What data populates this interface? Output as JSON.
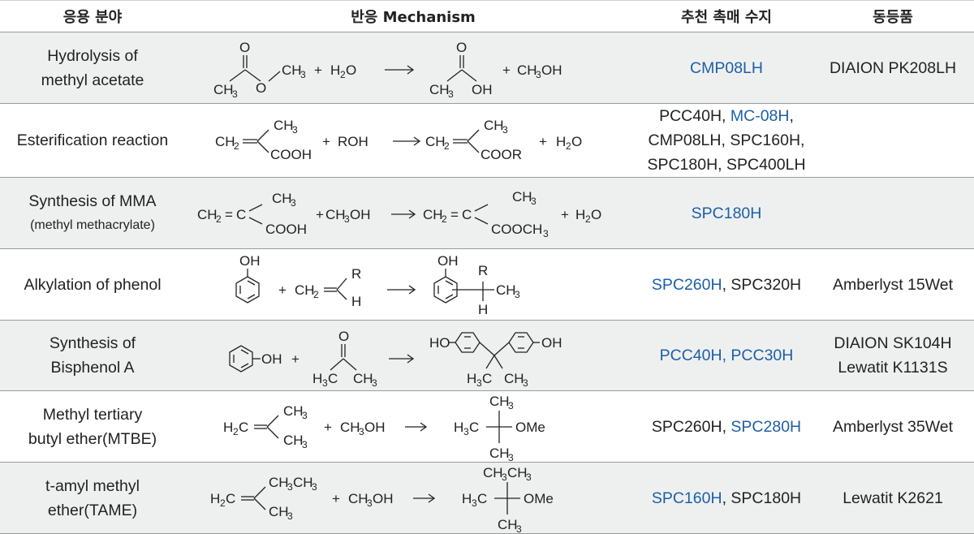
{
  "headers": {
    "field": "응용 분야",
    "mechanism": "반응 Mechanism",
    "resin": "추천 촉매 수지",
    "equivalent": "동등품"
  },
  "colors": {
    "highlight": "#1d5fa8",
    "alt_row_bg": "#eef0f0"
  },
  "rows": [
    {
      "field_lines": [
        "Hydrolysis of",
        "methyl acetate"
      ],
      "mechanism": {
        "r1": {
          "o": "O",
          "ch3_top": "CH",
          "ch3_bot": "CH",
          "three": "3",
          "o_ether": "O"
        },
        "plus1": "+",
        "h2o_h": "H",
        "h2o_2": "2",
        "h2o_o": "O",
        "p1": {
          "o": "O",
          "ch3": "CH",
          "three": "3",
          "oh": "OH"
        },
        "plus2": "+",
        "ch3oh_ch": "CH",
        "ch3oh_3": "3",
        "ch3oh_oh": "OH"
      },
      "resin": [
        [
          {
            "t": "CMP08LH",
            "blue": true
          }
        ]
      ],
      "equivalent": [
        "DIAION PK208LH"
      ]
    },
    {
      "field_lines": [
        "Esterification reaction"
      ],
      "mechanism": {
        "ch2": "CH",
        "two": "2",
        "ch3": "CH",
        "three": "3",
        "cooh": "COOH",
        "plus1": "+",
        "roh": "ROH",
        "coor": "COOR",
        "plus2": "+",
        "h": "H",
        "o": "O"
      },
      "resin": [
        [
          {
            "t": "PCC40H, ",
            "blue": false
          },
          {
            "t": "MC-08H",
            "blue": true
          },
          {
            "t": ",",
            "blue": false
          }
        ],
        [
          {
            "t": "CMP08LH, SPC160H,",
            "blue": false
          }
        ],
        [
          {
            "t": "SPC180H, SPC400LH",
            "blue": false
          }
        ]
      ],
      "equivalent": []
    },
    {
      "field_lines": [
        "Synthesis of MMA",
        "(methyl methacrylate)"
      ],
      "mechanism": {
        "ch2": "CH",
        "two": "2",
        "eq": "=",
        "c": "C",
        "ch3": "CH",
        "three": "3",
        "cooh": "COOH",
        "plus1": "+",
        "ch3oh_ch": "CH",
        "ch3oh_3": "3",
        "ch3oh_oh": "OH",
        "cooch": "COOCH",
        "plus2": "+",
        "h": "H",
        "o": "O"
      },
      "resin": [
        [
          {
            "t": "SPC180H",
            "blue": true
          }
        ]
      ],
      "equivalent": []
    },
    {
      "field_lines": [
        "Alkylation of phenol"
      ],
      "mechanism": {
        "oh": "OH",
        "plus": "+",
        "ch": "CH",
        "two": "2",
        "r": "R",
        "h": "H",
        "oh2": "OH",
        "r2": "R",
        "ch3": "CH",
        "three": "3",
        "h2": "H"
      },
      "resin": [
        [
          {
            "t": "SPC260H",
            "blue": true
          },
          {
            "t": ", SPC320H",
            "blue": false
          }
        ]
      ],
      "equivalent": [
        "Amberlyst 15Wet"
      ]
    },
    {
      "field_lines": [
        "Synthesis of",
        "Bisphenol A"
      ],
      "mechanism": {
        "oh": "OH",
        "plus": "+",
        "o": "O",
        "h": "H",
        "three": "3",
        "c": "C",
        "ch": "CH",
        "ho": "HO",
        "oh2": "OH"
      },
      "resin": [
        [
          {
            "t": "PCC40H, PCC30H",
            "blue": true
          }
        ]
      ],
      "equivalent": [
        "DIAION SK104H",
        "Lewatit K1131S"
      ]
    },
    {
      "field_lines": [
        "Methyl tertiary",
        "butyl ether(MTBE)"
      ],
      "mechanism": {
        "h": "H",
        "two": "2",
        "c": "C",
        "ch": "CH",
        "three": "3",
        "plus": "+",
        "ch3oh_oh": "OH",
        "ome": "OMe"
      },
      "resin": [
        [
          {
            "t": "SPC260H, ",
            "blue": false
          },
          {
            "t": "SPC280H",
            "blue": true
          }
        ]
      ],
      "equivalent": [
        "Amberlyst 35Wet"
      ]
    },
    {
      "field_lines": [
        "t-amyl methyl",
        "ether(TAME)"
      ],
      "mechanism": {
        "h": "H",
        "two": "2",
        "c": "C",
        "ch": "CH",
        "three": "3",
        "plus": "+",
        "ch3oh_oh": "OH",
        "ome": "OMe"
      },
      "resin": [
        [
          {
            "t": "SPC160H",
            "blue": true
          },
          {
            "t": ", SPC180H",
            "blue": false
          }
        ]
      ],
      "equivalent": [
        "Lewatit K2621"
      ]
    }
  ]
}
